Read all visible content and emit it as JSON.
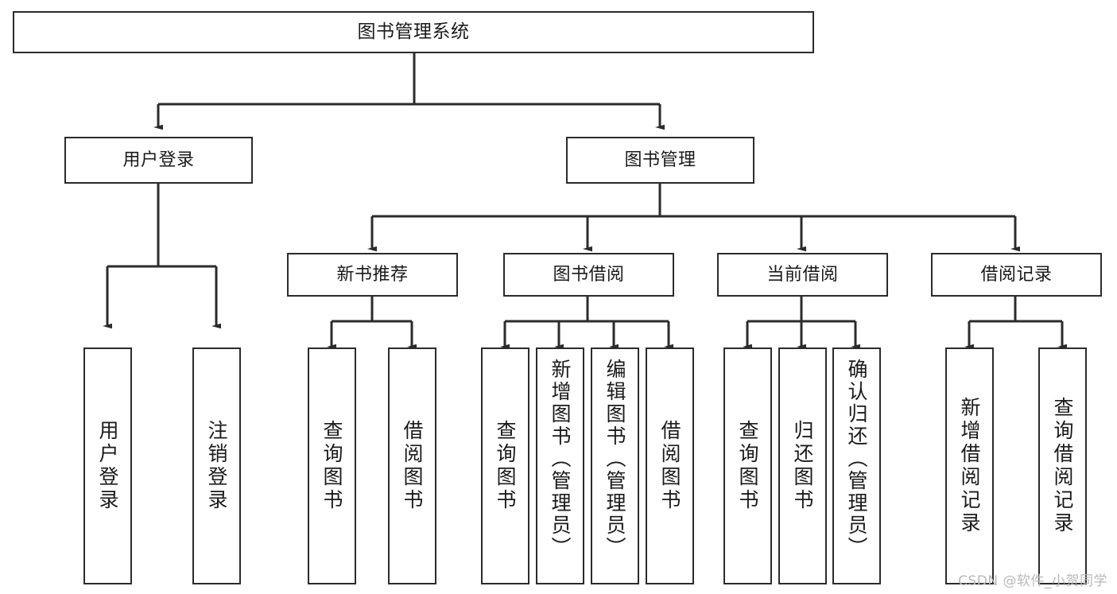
{
  "diagram": {
    "title": "图书管理系统",
    "type": "functional-structure-tree",
    "background_color": "#ffffff",
    "line_color": "#2b2b2b",
    "text_color": "#1a1a1a",
    "root": {
      "label": "图书管理系统"
    },
    "level2": [
      {
        "label": "用户登录"
      },
      {
        "label": "图书管理"
      }
    ],
    "level3": [
      {
        "label": "新书推荐"
      },
      {
        "label": "图书借阅"
      },
      {
        "label": "当前借阅"
      },
      {
        "label": "借阅记录"
      }
    ],
    "leaves": {
      "user_login": [
        {
          "label": "用户登录"
        },
        {
          "label": "注销登录"
        }
      ],
      "new_book": [
        {
          "label": "查询图书"
        },
        {
          "label": "借阅图书"
        }
      ],
      "book_borrow": [
        {
          "label": "查询图书"
        },
        {
          "label": "新增图书（管理员）"
        },
        {
          "label": "编辑图书（管理员）"
        },
        {
          "label": "借阅图书"
        }
      ],
      "current_borrow": [
        {
          "label": "查询图书"
        },
        {
          "label": "归还图书"
        },
        {
          "label": "确认归还（管理员）"
        }
      ],
      "borrow_record": [
        {
          "label": "新增借阅记录"
        },
        {
          "label": "查询借阅记录"
        }
      ]
    }
  },
  "watermark": {
    "text": "CSDN @软件_小贺同学"
  }
}
